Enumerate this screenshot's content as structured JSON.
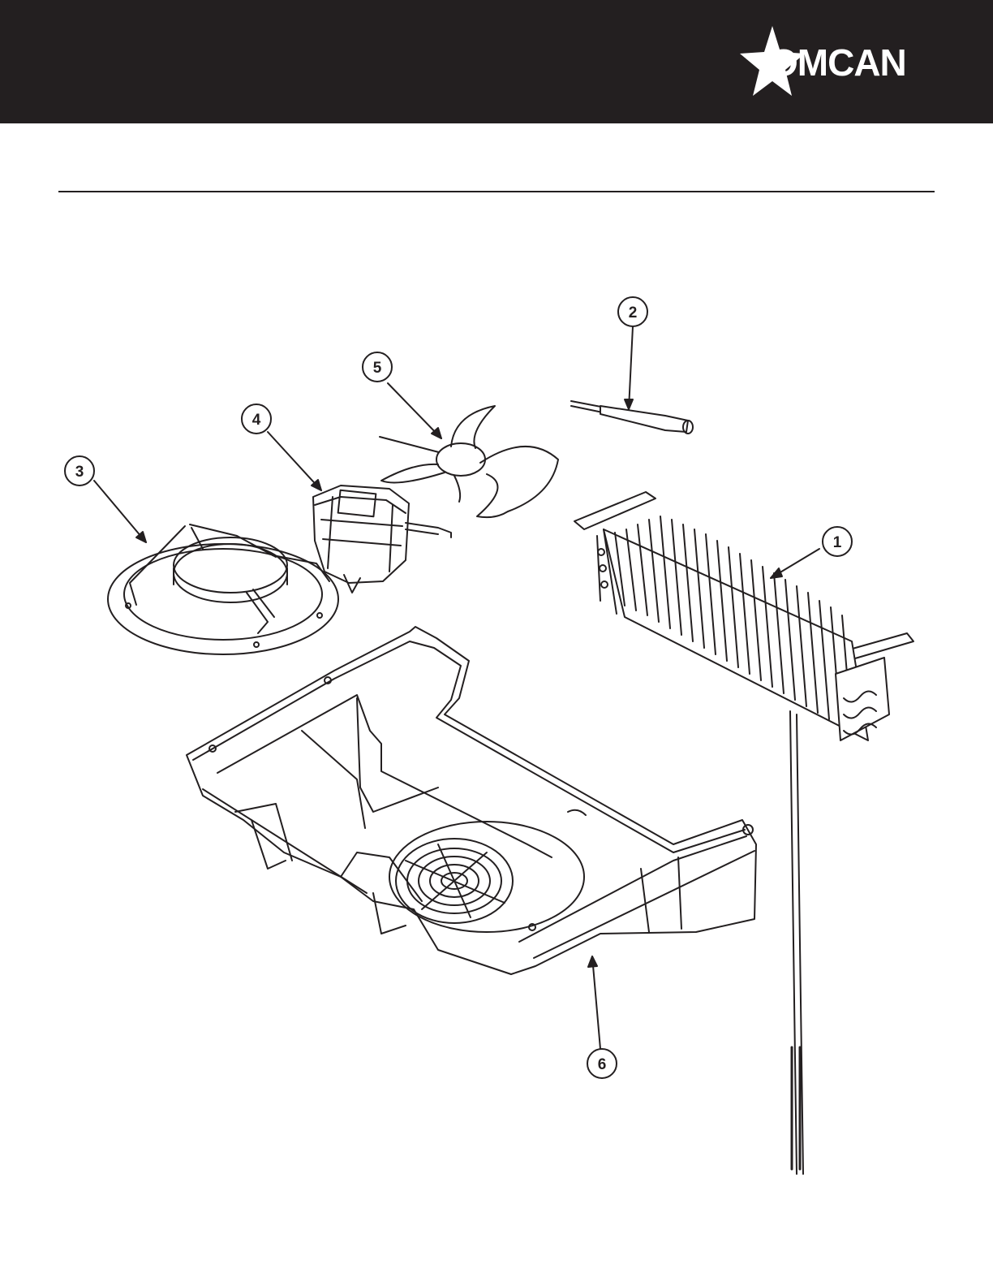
{
  "brand": {
    "name": "OMCAN"
  },
  "callouts": [
    {
      "num": "1"
    },
    {
      "num": "2"
    },
    {
      "num": "3"
    },
    {
      "num": "4"
    },
    {
      "num": "5"
    },
    {
      "num": "6"
    }
  ],
  "colors": {
    "header_bg": "#231f20",
    "line": "#231f20",
    "page_bg": "#ffffff"
  },
  "icons": [
    "star-logo-icon"
  ]
}
